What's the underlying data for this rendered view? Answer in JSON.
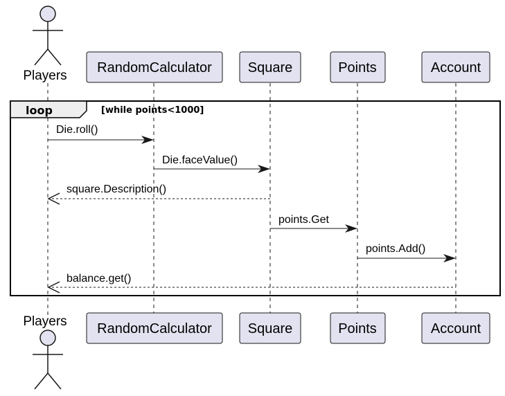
{
  "participants": [
    {
      "name": "Players",
      "kind": "actor"
    },
    {
      "name": "RandomCalculator",
      "kind": "participant"
    },
    {
      "name": "Square",
      "kind": "participant"
    },
    {
      "name": "Points",
      "kind": "participant"
    },
    {
      "name": "Account",
      "kind": "participant"
    }
  ],
  "loop": {
    "keyword": "loop",
    "condition": "[while points<1000]"
  },
  "messages": [
    {
      "from": "Players",
      "to": "RandomCalculator",
      "label": "Die.roll()",
      "style": "solid"
    },
    {
      "from": "RandomCalculator",
      "to": "Square",
      "label": "Die.faceValue()",
      "style": "solid"
    },
    {
      "from": "Square",
      "to": "Players",
      "label": "square.Description()",
      "style": "dashed"
    },
    {
      "from": "Square",
      "to": "Points",
      "label": "points.Get",
      "style": "solid"
    },
    {
      "from": "Points",
      "to": "Account",
      "label": "points.Add()",
      "style": "solid"
    },
    {
      "from": "Account",
      "to": "Players",
      "label": "balance.get()",
      "style": "dashed"
    }
  ],
  "colors": {
    "participant_fill": "#e2e2f0",
    "participant_border": "#181818",
    "lifeline": "#181818",
    "text": "#000000"
  }
}
